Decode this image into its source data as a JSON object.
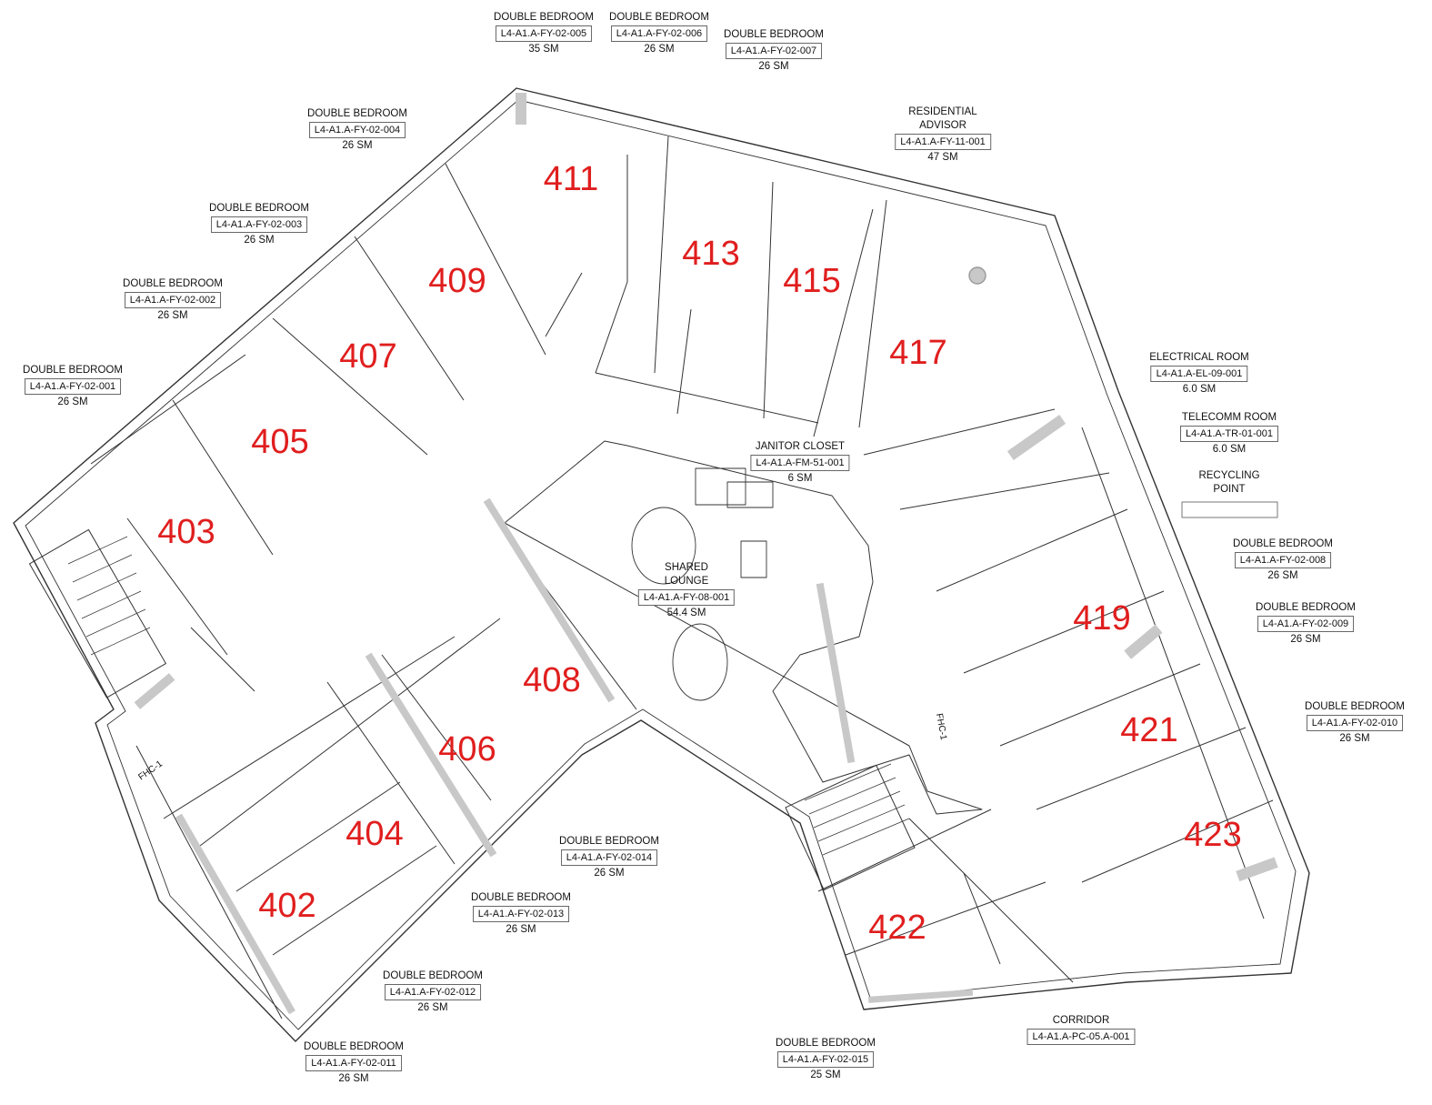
{
  "rooms": {
    "n402": "402",
    "n403": "403",
    "n404": "404",
    "n405": "405",
    "n406": "406",
    "n407": "407",
    "n408": "408",
    "n409": "409",
    "n411": "411",
    "n413": "413",
    "n415": "415",
    "n417": "417",
    "n419": "419",
    "n421": "421",
    "n422": "422",
    "n423": "423"
  },
  "labels": {
    "l001": {
      "name": "DOUBLE BEDROOM",
      "code": "L4-A1.A-FY-02-001",
      "area": "26 SM"
    },
    "l002": {
      "name": "DOUBLE BEDROOM",
      "code": "L4-A1.A-FY-02-002",
      "area": "26 SM"
    },
    "l003": {
      "name": "DOUBLE BEDROOM",
      "code": "L4-A1.A-FY-02-003",
      "area": "26 SM"
    },
    "l004": {
      "name": "DOUBLE BEDROOM",
      "code": "L4-A1.A-FY-02-004",
      "area": "26 SM"
    },
    "l005": {
      "name": "DOUBLE BEDROOM",
      "code": "L4-A1.A-FY-02-005",
      "area": "35 SM"
    },
    "l006": {
      "name": "DOUBLE BEDROOM",
      "code": "L4-A1.A-FY-02-006",
      "area": "26 SM"
    },
    "l007": {
      "name": "DOUBLE BEDROOM",
      "code": "L4-A1.A-FY-02-007",
      "area": "26 SM"
    },
    "ra": {
      "name1": "RESIDENTIAL",
      "name2": "ADVISOR",
      "code": "L4-A1.A-FY-11-001",
      "area": "47 SM"
    },
    "elec": {
      "name": "ELECTRICAL ROOM",
      "code": "L4-A1.A-EL-09-001",
      "area": "6.0 SM"
    },
    "tele": {
      "name": "TELECOMM ROOM",
      "code": "L4-A1.A-TR-01-001",
      "area": "6.0 SM"
    },
    "recy": {
      "name1": "RECYCLING",
      "name2": "POINT"
    },
    "l008": {
      "name": "DOUBLE BEDROOM",
      "code": "L4-A1.A-FY-02-008",
      "area": "26 SM"
    },
    "l009": {
      "name": "DOUBLE BEDROOM",
      "code": "L4-A1.A-FY-02-009",
      "area": "26 SM"
    },
    "l010": {
      "name": "DOUBLE BEDROOM",
      "code": "L4-A1.A-FY-02-010",
      "area": "26 SM"
    },
    "jan": {
      "name": "JANITOR CLOSET",
      "code": "L4-A1.A-FM-51-001",
      "area": "6 SM"
    },
    "lounge": {
      "name1": "SHARED",
      "name2": "LOUNGE",
      "code": "L4-A1.A-FY-08-001",
      "area": "54.4 SM"
    },
    "l014": {
      "name": "DOUBLE BEDROOM",
      "code": "L4-A1.A-FY-02-014",
      "area": "26 SM"
    },
    "l013": {
      "name": "DOUBLE BEDROOM",
      "code": "L4-A1.A-FY-02-013",
      "area": "26 SM"
    },
    "l012": {
      "name": "DOUBLE BEDROOM",
      "code": "L4-A1.A-FY-02-012",
      "area": "26 SM"
    },
    "l011": {
      "name": "DOUBLE BEDROOM",
      "code": "L4-A1.A-FY-02-011",
      "area": "26 SM"
    },
    "l015": {
      "name": "DOUBLE BEDROOM",
      "code": "L4-A1.A-FY-02-015",
      "area": "25 SM"
    },
    "corr": {
      "name": "CORRIDOR",
      "code": "L4-A1.A-PC-05.A-001"
    }
  },
  "tags": {
    "fhc_west": "FHC-1",
    "fhc_east": "FHC-1"
  },
  "colors": {
    "room_number": "#e01e1e",
    "wall": "#333333",
    "shade": "#c8c8c8"
  }
}
